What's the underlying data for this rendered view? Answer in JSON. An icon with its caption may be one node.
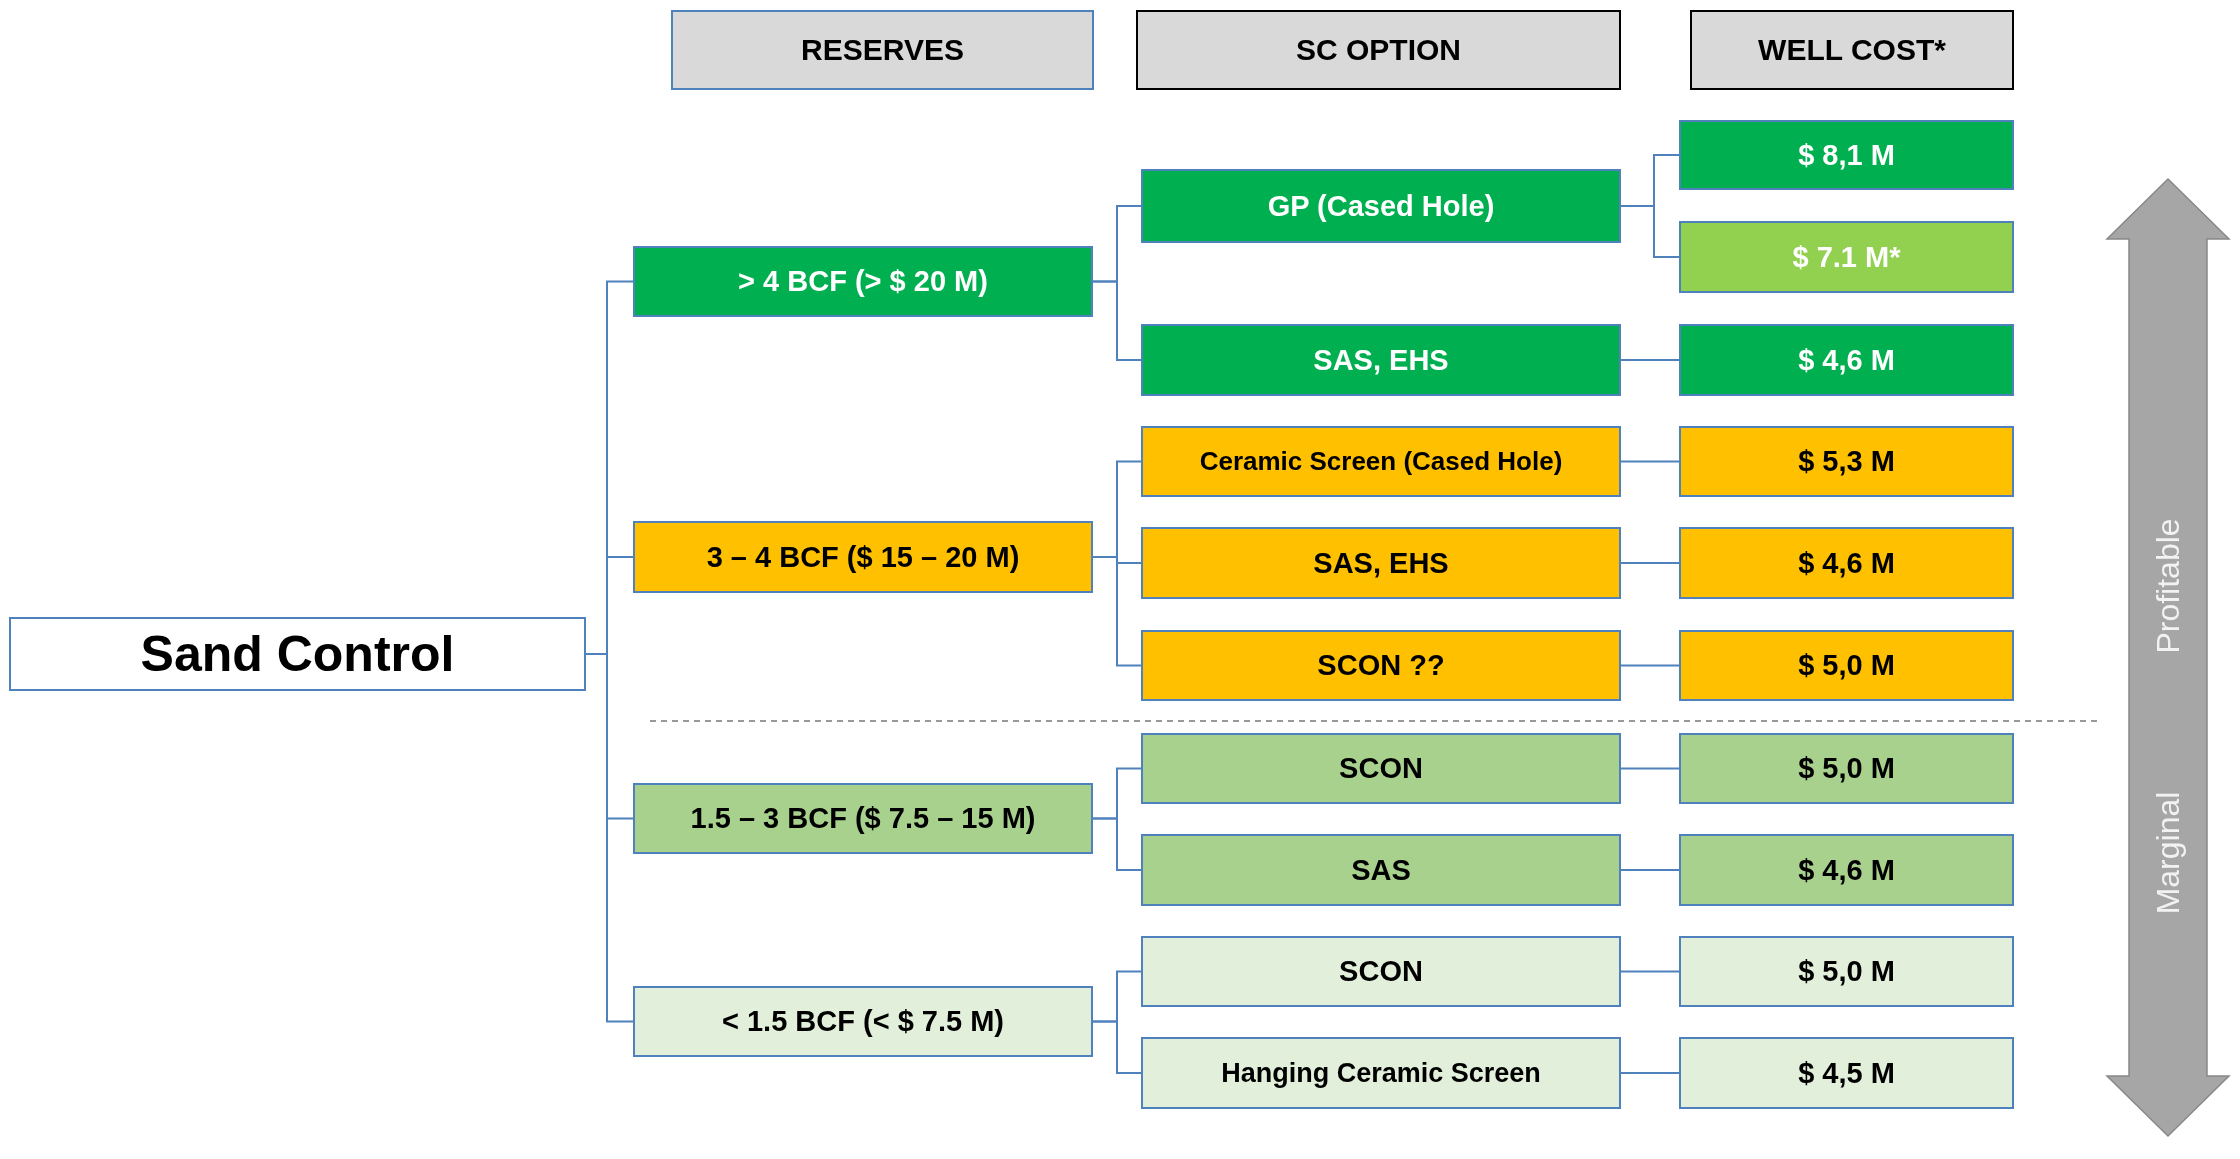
{
  "diagram": {
    "nodes": [
      {
        "text": [
          "RESERVES"
        ]
      },
      {
        "text": [
          "SC OPTION"
        ]
      },
      {
        "text": [
          "WELL COST*"
        ]
      },
      {
        "text": [
          "Sand Control"
        ]
      },
      {
        "text": [
          "> 4 BCF (> $ 20 M)"
        ]
      },
      {
        "text": [
          "GP (Cased Hole)"
        ]
      },
      {
        "text": [
          "$ 8,1 M"
        ]
      },
      {
        "text": [
          "$ 7.1 M*"
        ]
      },
      {
        "text": [
          "SAS, EHS"
        ]
      },
      {
        "text": [
          "$ 4,6 M"
        ]
      },
      {
        "text": [
          "3 – 4 BCF ($ 15 – 20 M)"
        ]
      },
      {
        "text": [
          "Ceramic Screen (Cased Hole)"
        ]
      },
      {
        "text": [
          "$ 5,3 M"
        ]
      },
      {
        "text": [
          "SAS, EHS"
        ]
      },
      {
        "text": [
          "$ 4,6 M"
        ]
      },
      {
        "text": [
          "SCON ??"
        ]
      },
      {
        "text": [
          "$ 5,0 M"
        ]
      },
      {
        "text": [
          "1.5 – 3 BCF ($ 7.5 – 15 M)"
        ]
      },
      {
        "text": [
          "SCON"
        ]
      },
      {
        "text": [
          "$ 5,0 M"
        ]
      },
      {
        "text": [
          "SAS"
        ]
      },
      {
        "text": [
          "$ 4,6 M"
        ]
      },
      {
        "text": [
          "< 1.5 BCF (< $ 7.5 M)"
        ]
      },
      {
        "text": [
          "SCON"
        ]
      },
      {
        "text": [
          "$ 5,0 M"
        ]
      },
      {
        "text": [
          "Hanging Ceramic Screen"
        ]
      },
      {
        "text": [
          "$ 4,5 M"
        ]
      }
    ],
    "edges": [
      {
        "from": 3,
        "to": 4,
        "arrow": "none"
      },
      {
        "from": 3,
        "to": 10,
        "arrow": "none"
      },
      {
        "from": 3,
        "to": 17,
        "arrow": "none"
      },
      {
        "from": 3,
        "to": 22,
        "arrow": "none"
      },
      {
        "from": 4,
        "to": 5,
        "arrow": "none"
      },
      {
        "from": 4,
        "to": 8,
        "arrow": "none"
      },
      {
        "from": 5,
        "to": 6,
        "arrow": "none"
      },
      {
        "from": 5,
        "to": 7,
        "arrow": "none"
      },
      {
        "from": 8,
        "to": 9,
        "arrow": "none"
      },
      {
        "from": 10,
        "to": 11,
        "arrow": "none"
      },
      {
        "from": 10,
        "to": 13,
        "arrow": "none"
      },
      {
        "from": 10,
        "to": 15,
        "arrow": "none"
      },
      {
        "from": 11,
        "to": 12,
        "arrow": "none"
      },
      {
        "from": 13,
        "to": 14,
        "arrow": "none"
      },
      {
        "from": 15,
        "to": 16,
        "arrow": "none"
      },
      {
        "from": 17,
        "to": 18,
        "arrow": "none"
      },
      {
        "from": 17,
        "to": 20,
        "arrow": "none"
      },
      {
        "from": 18,
        "to": 19,
        "arrow": "none"
      },
      {
        "from": 20,
        "to": 21,
        "arrow": "none"
      },
      {
        "from": 22,
        "to": 23,
        "arrow": "none"
      },
      {
        "from": 22,
        "to": 25,
        "arrow": "none"
      },
      {
        "from": 23,
        "to": 24,
        "arrow": "none"
      },
      {
        "from": 25,
        "to": 26,
        "arrow": "none"
      }
    ],
    "labels": [
      "Profitable",
      "Marginal"
    ]
  }
}
